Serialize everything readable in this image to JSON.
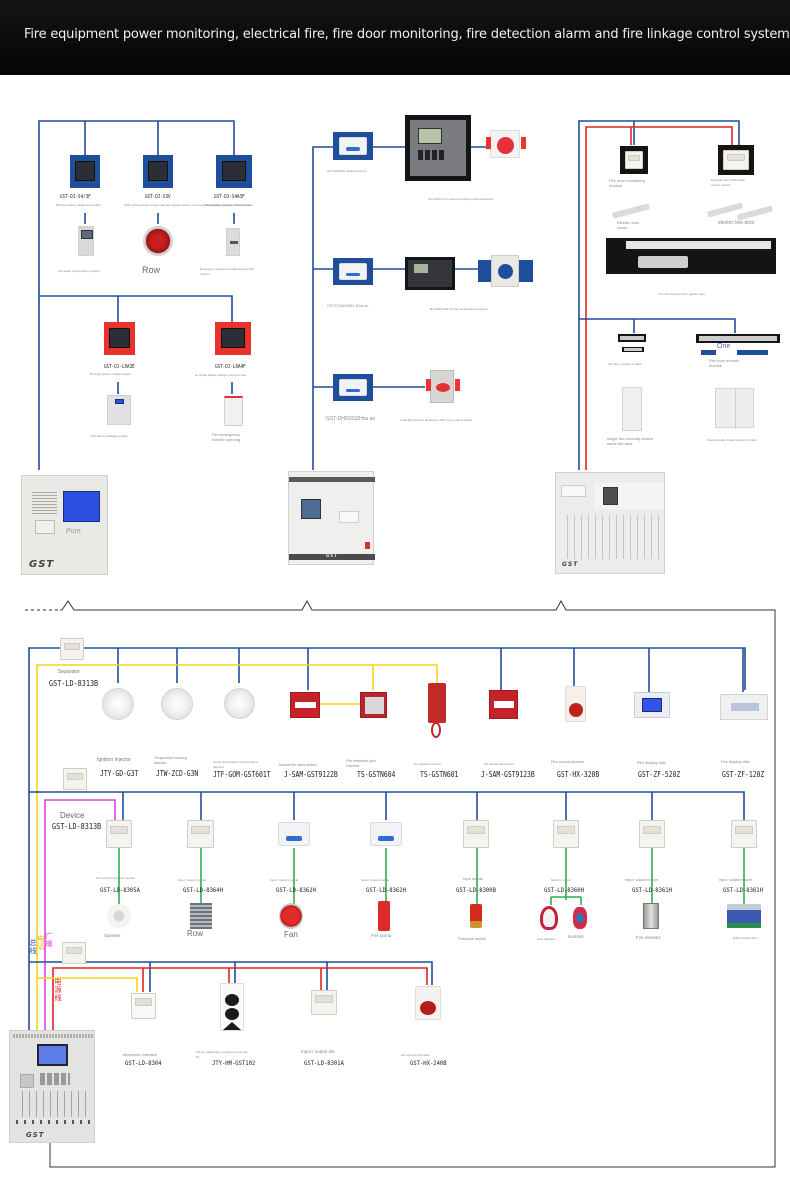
{
  "header": {
    "title": "Fire equipment power monitoring, electrical fire, fire door monitoring, fire detection alarm and fire linkage control system"
  },
  "colors": {
    "bus_blue": "#1f4e9a",
    "power_red": "#e02424",
    "telephone_yellow": "#f2d21a",
    "broadcast_magenta": "#d846d8",
    "module_green": "#2fae4e",
    "header_bg": "#0b0b0b"
  },
  "power_monitoring": {
    "sensors": [
      {
        "model": "GST-DJ-S4/3F",
        "caption": "Bi three-phase voltage transmitter",
        "load_caption": "Fire water pump control system",
        "load_label": ""
      },
      {
        "model": "GST-DJ-S3V",
        "caption": "(with a three-phase single-channel voltage sensor or three-phase double-channel current sensor)",
        "load_caption": "",
        "load_label": "Row"
      },
      {
        "model": "GST-DJ-S4A3F",
        "caption": "Three-phase voltage current sensor",
        "load_caption": "Emergency volume normally daw control system",
        "load_label": ""
      }
    ],
    "sensors_red": [
      {
        "model": "GST-DJ-L0A3E",
        "caption": "Bi single-phase voltage sensor",
        "load_caption": "Fire alarm & linkage system"
      },
      {
        "model": "GST-DJ-L0A4F",
        "caption": "ac single-phase voltage current sensor",
        "load_caption": "Fire emergency electric opening"
      }
    ],
    "host_brand": "GST",
    "host_screen_text": "Pure"
  },
  "electrical_fire": {
    "rows": [
      {
        "module_caption": "GST-DH9600 residual current",
        "detector_caption": "GT-G/M/OL-0.5 series remaining current detector"
      },
      {
        "module_caption": "GST-DTSAR4811 Zhou ao",
        "detector_caption": "BL-AMR DGE Nimble temperature detector"
      },
      {
        "module_caption": "GST-DH9103ZHou ao",
        "detector_caption": "L-DH-8Q series to all electric drain type product detect"
      }
    ],
    "host_brand": "GST"
  },
  "fire_door_monitoring": {
    "modules": [
      {
        "caption": "Fire door monitoring module"
      },
      {
        "caption": "Fireproof door differential control module"
      }
    ],
    "closers": [
      {
        "caption": "Electric door closer"
      },
      {
        "caption": "electric line door"
      }
    ],
    "closer_bar_caption": "Two-row fireproof door garden door",
    "magnets": [
      {
        "caption": "Fire door monitor module"
      },
      {
        "caption": "Fire door monitor module",
        "label": "One"
      }
    ],
    "doors": [
      {
        "caption": "single fan normally closed stone fire door"
      },
      {
        "caption": "Dual normally closed window for door"
      }
    ],
    "host_brand": "GST"
  },
  "loop_bus_top": {
    "separator": {
      "label": "Separator",
      "model": "GST-LD-8313B"
    },
    "devices": [
      {
        "caption": "Ignition Injector",
        "model": "JTY-GD-G3T"
      },
      {
        "caption": "Temperature sensing detector",
        "model": "JTW-ZCD-G3N"
      },
      {
        "caption": "Linear temperature sensing flame detector",
        "model": "JTF-GOM-GST601T"
      },
      {
        "caption": "Manual fire alarm button",
        "model": "J-SAM-GST9122B"
      },
      {
        "caption": "Fire telephone jack interface",
        "model": "TS-GSTN604"
      },
      {
        "caption": "Fire telephone extension",
        "model": "TS-GSTN601"
      },
      {
        "caption": "Fire detection alarm button",
        "model": "J-SAM-GST9123B"
      },
      {
        "caption": "Fire sound pioneer",
        "model": "GST-HX-320B"
      },
      {
        "caption": "Fire display disk",
        "model": "GST-ZF-520Z"
      },
      {
        "caption": "Fire display disk",
        "model": "GST-ZF-120Z"
      }
    ]
  },
  "loop_bus_middle": {
    "separator": {
      "label": "Device",
      "model": "GST-LD-8313B"
    },
    "modules": [
      {
        "caption": "Fire sound broadcast module",
        "model": "GST-LD-8305A",
        "load": "Speaker"
      },
      {
        "caption": "Input / output module",
        "model": "GST-LD-8364H",
        "load": "Row"
      },
      {
        "caption": "Input / output module",
        "model": "GST-LD-8362H",
        "load": "Fan"
      },
      {
        "caption": "Input / output module",
        "model": "GST-LD-8362H",
        "load": "Fire pump"
      },
      {
        "caption": "Input module",
        "model": "GST-LD-8300B",
        "load": "Pressure switch"
      },
      {
        "caption": "Switch module",
        "model": "GST-LD-8360H",
        "load": "Flow indicator",
        "load2": "Number"
      },
      {
        "caption": "Input / output module",
        "model": "GST-LD-8361H",
        "load": "Fire elevator"
      },
      {
        "caption": "Input / output module",
        "model": "GST-LD-8361H",
        "load": "Roller shutter door"
      }
    ]
  },
  "loop_bus_bottom": {
    "wire_labels": {
      "bus": "总线",
      "telephone": "电话",
      "broadcast": "广播",
      "power": "电源线"
    },
    "devices": [
      {
        "caption": "telephone interface",
        "model": "GST-LD-8304"
      },
      {
        "caption": "The line-shaped light is enough for smoke and fire",
        "model": "JTY-HM-GST102"
      },
      {
        "caption": "Input / output die",
        "model": "GST-LD-8301A"
      },
      {
        "caption": "Fire sound and light alarm",
        "model": "GST-HX-240B"
      }
    ],
    "controller_brand": "GST"
  }
}
